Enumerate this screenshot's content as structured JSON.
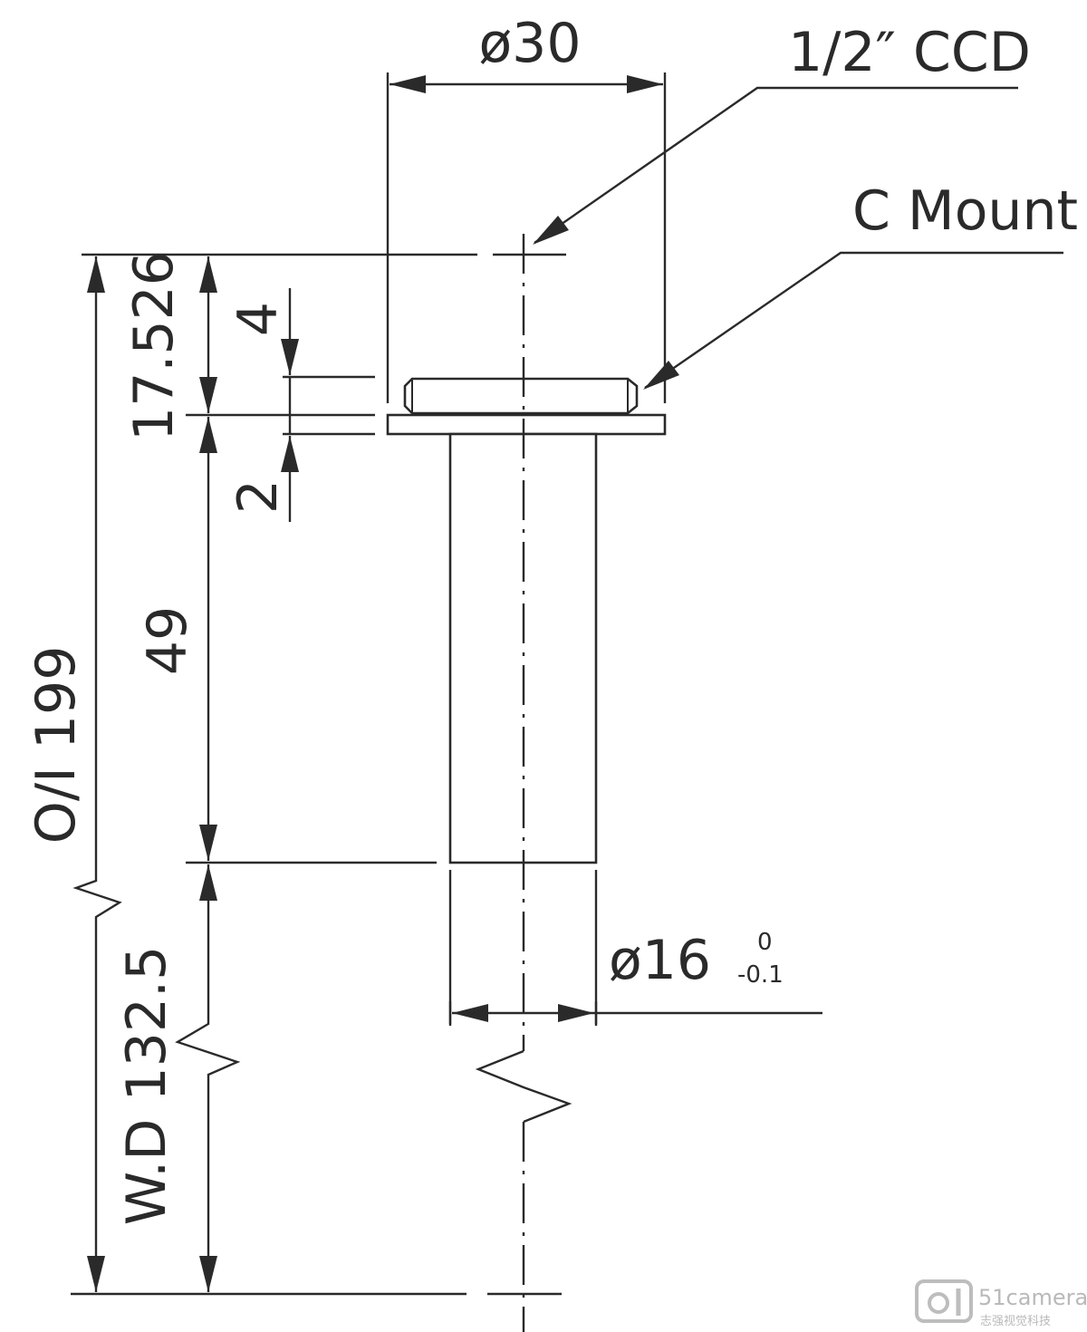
{
  "diagram": {
    "dims": {
      "outer_diameter": "ø30",
      "tube_diameter": "ø16",
      "tube_tol_upper": "0",
      "tube_tol_lower": "-0.1",
      "mount_depth": "17.526",
      "thread_length": "4",
      "flange_thickness": "2",
      "body_length": "49",
      "object_image_distance": "O/I 199",
      "working_distance": "W.D 132.5"
    },
    "callouts": {
      "sensor": "1/2″ CCD",
      "mount": "C Mount"
    },
    "watermark": {
      "brand": "51camera",
      "subtitle": "志强视觉科技",
      "logo": "51-logo-icon"
    }
  }
}
